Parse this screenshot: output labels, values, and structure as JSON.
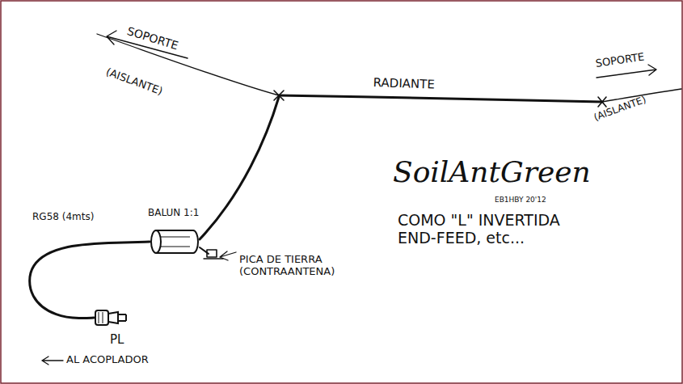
{
  "diagram": {
    "nodes": [
      {
        "text": [
          "BALUN 1:1"
        ]
      },
      {
        "text": [
          "PL"
        ]
      }
    ],
    "edges": [
      {
        "from": 0,
        "to": 1,
        "arrow": "none",
        "label": "RG58 (4mts)"
      }
    ],
    "labels": [
      "SOPORTE",
      "(AISLANTE)",
      "RADIANTE",
      "SOPORTE",
      "(AISLANTE)",
      "PICA DE TIERRA (CONTRAANTENA)",
      "AL ACOPLADOR",
      "SoilAntGreen",
      "EB1HBY 20'12",
      "COMO \"L\" INVERTIDA END-FEED, etc..."
    ]
  }
}
